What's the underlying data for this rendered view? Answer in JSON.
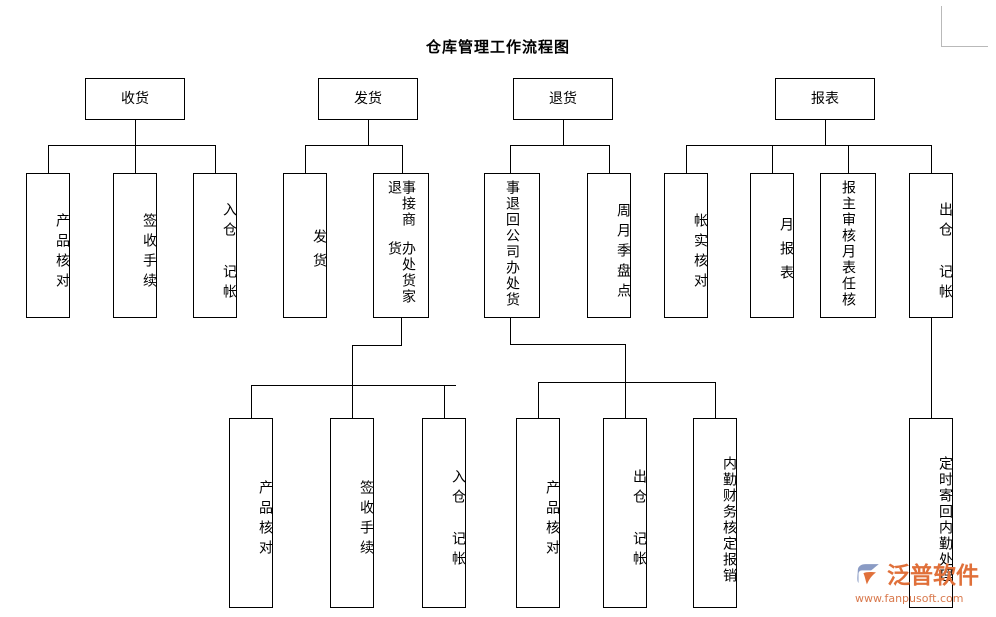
{
  "document": {
    "title": "仓库管理工作流程图"
  },
  "watermark": {
    "brand": "泛普软件",
    "url": "www.fanpusoft.com",
    "logo_icon": "fanpu-logo-icon",
    "brand_color": "#e0703a"
  },
  "nodes": {
    "receiving": {
      "label": "收货",
      "children": [
        {
          "label": "产品核对"
        },
        {
          "label": "签收手续"
        },
        {
          "label": "入仓 记帐"
        }
      ]
    },
    "shipping": {
      "label": "发货",
      "children": [
        {
          "label": "发货"
        },
        {
          "label_col_right": "事接商退",
          "label_col_left": "办处货家货",
          "label": "接商家退货事处办"
        }
      ],
      "sub_children": [
        {
          "label": "产品核对"
        },
        {
          "label": "签收手续"
        },
        {
          "label": "入仓 记帐"
        }
      ]
    },
    "returns": {
      "label": "退货",
      "children": [
        {
          "label_col_right": "事退回公司",
          "label_col_left": "办处货",
          "label": "退货回公司事处办"
        },
        {
          "label": "周月季盘点"
        }
      ],
      "sub_children": [
        {
          "label": "产品核对"
        },
        {
          "label": "出仓 记帐"
        },
        {
          "label": "内勤财务核定报销"
        }
      ]
    },
    "reports": {
      "label": "报表",
      "children": [
        {
          "label": "帐实核对"
        },
        {
          "label": "月报表"
        },
        {
          "label_col_right": "报主审核",
          "label_col_left": "月表任核",
          "label": "月报表主任审核"
        },
        {
          "label": "出仓 记帐"
        }
      ],
      "sub_children": [
        {
          "label": "定时寄回内勤处理"
        }
      ]
    }
  },
  "chart_data": {
    "type": "diagram",
    "title": "仓库管理工作流程图",
    "diagram_kind": "flowchart-tree",
    "roots": [
      {
        "id": "receiving",
        "label": "收货",
        "children": [
          "产品核对",
          "签收手续",
          "入仓 记帐"
        ]
      },
      {
        "id": "shipping",
        "label": "发货",
        "children": [
          "发货",
          "接商家退货事处办"
        ],
        "grandchildren_of": "接商家退货事处办",
        "grandchildren": [
          "产品核对",
          "签收手续",
          "入仓 记帐"
        ]
      },
      {
        "id": "returns",
        "label": "退货",
        "children": [
          "退货回公司事处办",
          "周月季盘点"
        ],
        "grandchildren_of": "退货回公司事处办",
        "grandchildren": [
          "产品核对",
          "出仓 记帐",
          "内勤财务核定报销"
        ]
      },
      {
        "id": "reports",
        "label": "报表",
        "children": [
          "帐实核对",
          "月报表",
          "月报表主任审核",
          "出仓 记帐"
        ],
        "grandchildren_of": "出仓 记帐",
        "grandchildren": [
          "定时寄回内勤处理"
        ]
      }
    ]
  }
}
